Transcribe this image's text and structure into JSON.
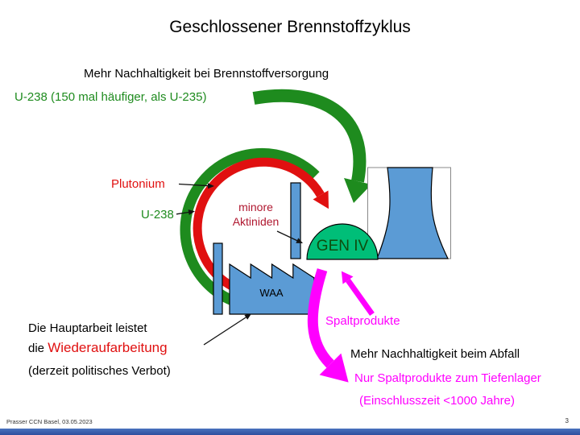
{
  "slide": {
    "title": "Geschlossener Brennstoffzyklus",
    "footer_credit": "Prasser CCN Basel, 03.05.2023",
    "page_number": "3"
  },
  "labels": {
    "fuel_supply_heading": "Mehr Nachhaltigkeit bei Brennstoffversorgung",
    "u238_supply": "U-238 (150 mal häufiger, als U-235)",
    "plutonium": "Plutonium",
    "u238_recycle": "U-238",
    "minor_actinides_line1": "minore",
    "minor_actinides_line2": "Aktiniden",
    "reactor": "GEN IV",
    "reprocessing_plant": "WAA",
    "fission_products": "Spaltprodukte",
    "reprocessing_note_line1": "Die Hauptarbeit leistet",
    "reprocessing_note_line2_prefix": "die ",
    "reprocessing_note_line2_emphasis": "Wiederaufarbeitung",
    "reprocessing_note_line3": "(derzeit politisches Verbot)",
    "waste_heading": "Mehr Nachhaltigkeit beim Abfall",
    "waste_line1": "Nur Spaltprodukte zum Tiefenlager",
    "waste_line2": "(Einschlusszeit <1000 Jahre)"
  },
  "colors": {
    "green_arrow": "#1E8B1E",
    "red_arrow": "#E01010",
    "magenta": "#FF00FF",
    "dome_green": "#00BE78",
    "building_blue": "#5B9BD5"
  }
}
